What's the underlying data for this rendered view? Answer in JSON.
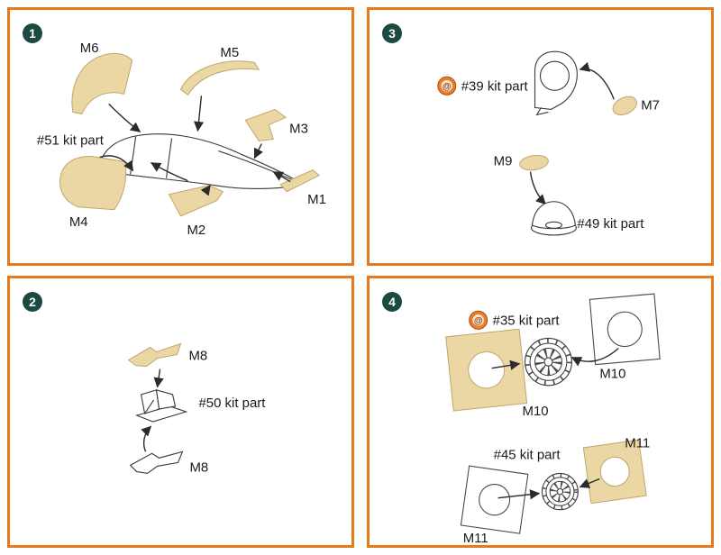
{
  "colors": {
    "panel_border": "#E8781A",
    "badge_background": "#1A4A42",
    "badge_text": "#FFFFFF",
    "mask_fill": "#EBD7A4",
    "mask_outline": "#C0A66B",
    "line_art": "#2B2B2B",
    "logo_orange": "#E87E2B",
    "logo_dark": "#8C3512",
    "background": "#FFFFFF"
  },
  "logo_glyph": "@",
  "panels": [
    {
      "number": "1",
      "labels": {
        "m6": "M6",
        "m5": "M5",
        "m3": "M3",
        "m1": "M1",
        "m2": "M2",
        "m4": "M4",
        "kit_part": "#51 kit part"
      }
    },
    {
      "number": "2",
      "labels": {
        "m8_top": "M8",
        "m8_bottom": "M8",
        "kit_part": "#50 kit part"
      }
    },
    {
      "number": "3",
      "labels": {
        "kit_part_39": "#39 kit part",
        "m7": "M7",
        "m9": "M9",
        "kit_part_49": "#49 kit part"
      }
    },
    {
      "number": "4",
      "labels": {
        "kit_part_35": "#35 kit part",
        "m10_left": "M10",
        "m10_right": "M10",
        "kit_part_45": "#45 kit part",
        "m11_left": "M11",
        "m11_right": "M11"
      }
    }
  ]
}
